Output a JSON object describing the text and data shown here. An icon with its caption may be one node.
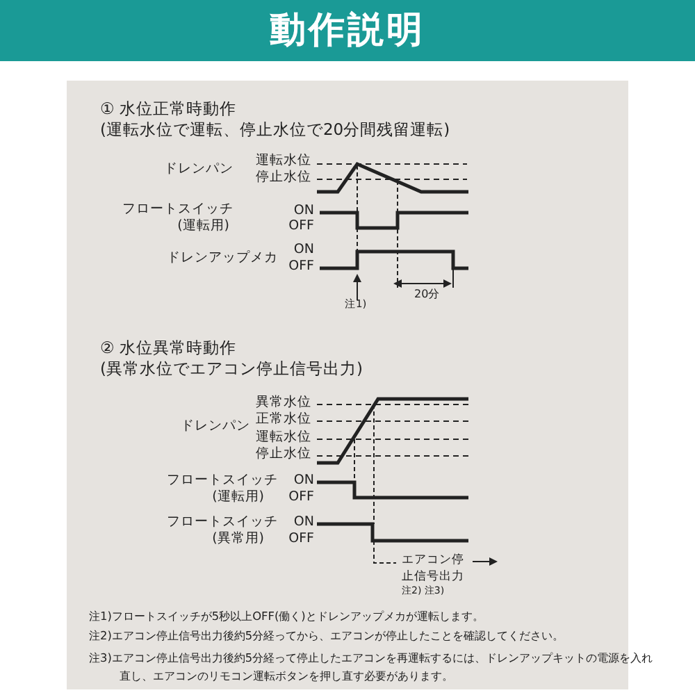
{
  "diagram": {
    "title": "動作説明",
    "labels": [
      "① 水位正常時動作",
      "(運転水位で運転、停止水位で20分間残留運転)",
      "ドレンパン",
      "運転水位",
      "停止水位",
      "フロートスイッチ",
      "(運転用)",
      "ON",
      "OFF",
      "ドレンアップメカ",
      "ON",
      "OFF",
      "20分",
      "注1)",
      "② 水位異常時動作",
      "(異常水位でエアコン停止信号出力)",
      "異常水位",
      "ドレンパン",
      "正常水位",
      "運転水位",
      "停止水位",
      "フロートスイッチ",
      "ON",
      "(運転用)",
      "OFF",
      "フロートスイッチ",
      "ON",
      "(異常用)",
      "OFF",
      "エアコン停止信号出力",
      "注2) 注3)",
      "注1)フロートスイッチが5秒以上OFF(働く)とドレンアップメカが運転します。",
      "注2)エアコン停止信号出力後約5分経ってから、エアコンが停止したことを確認してください。",
      "注3)エアコン停止信号出力後約5分経って停止したエアコンを再運転するには、ドレンアップキットの電源を入れ直し、エアコンのリモコン運転ボタンを押し直す必要があります。"
    ]
  }
}
